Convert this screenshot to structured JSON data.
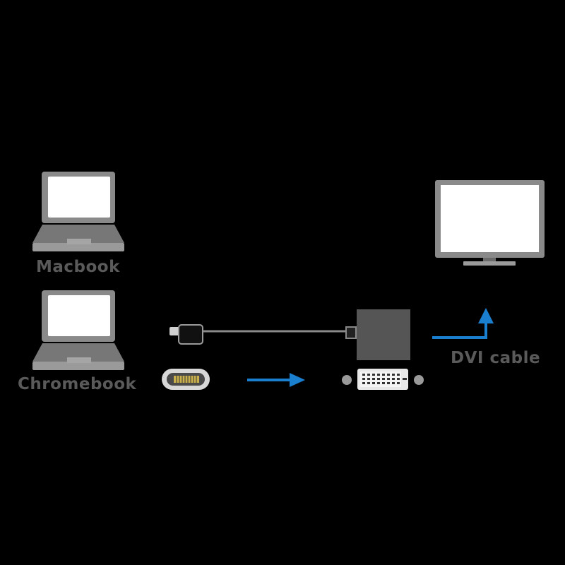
{
  "devices": {
    "macbook_label": "Macbook",
    "chromebook_label": "Chromebook"
  },
  "output": {
    "cable_label": "DVI cable"
  },
  "colors": {
    "background": "#000000",
    "device_gray": "#8a8a8a",
    "screen_white": "#ffffff",
    "label_gray": "#5a5a5a",
    "arrow_blue": "#1a7fcf"
  },
  "icons": [
    "laptop-icon",
    "usb-c-plug-icon",
    "usb-c-port-icon",
    "adapter-box-icon",
    "dvi-connector-icon",
    "monitor-icon",
    "arrow-right-icon",
    "arrow-up-icon"
  ]
}
